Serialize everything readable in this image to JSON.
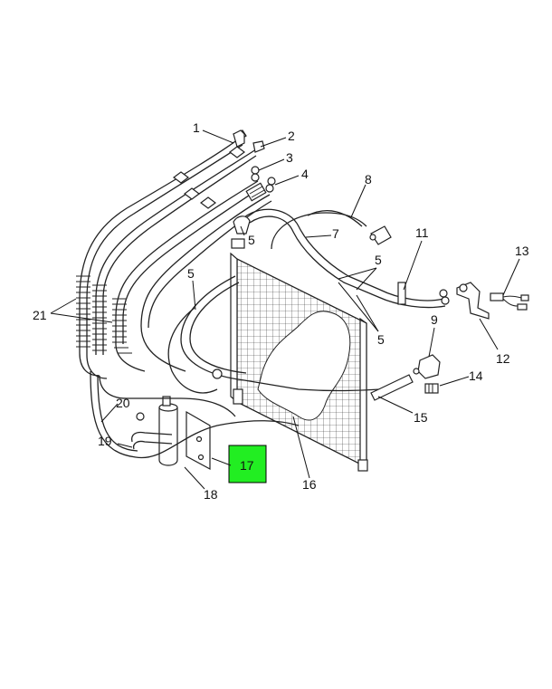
{
  "callouts": {
    "c1": "1",
    "c2": "2",
    "c3": "3",
    "c4": "4",
    "c5a": "5",
    "c5b": "5",
    "c5c": "5",
    "c5d": "5",
    "c7": "7",
    "c8": "8",
    "c9": "9",
    "c11": "11",
    "c12": "12",
    "c13": "13",
    "c14": "14",
    "c15": "15",
    "c16": "16",
    "c17": "17",
    "c18": "18",
    "c19": "19",
    "c20": "20",
    "c21": "21"
  },
  "highlight": {
    "color": "#22ee22",
    "part": "17"
  }
}
